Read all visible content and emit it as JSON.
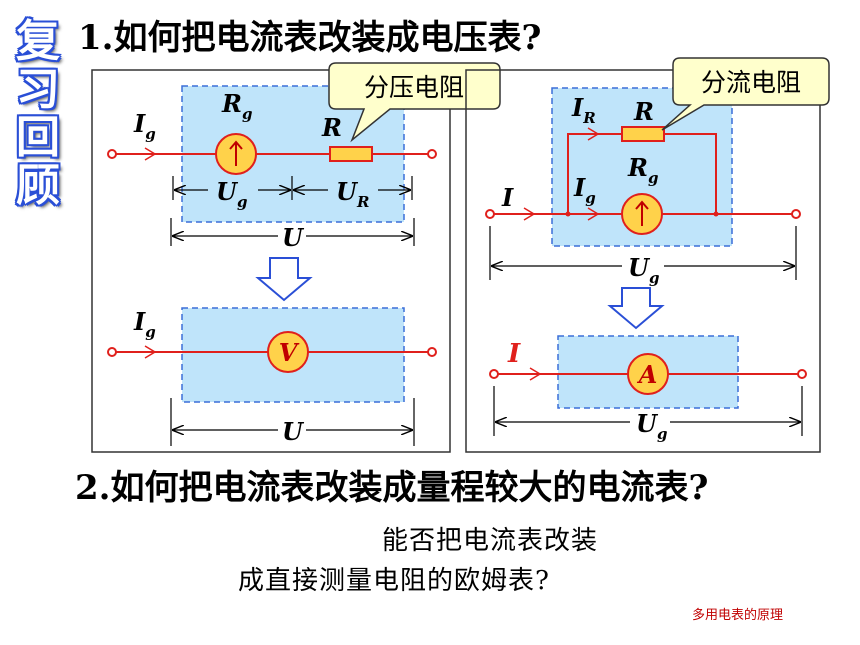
{
  "sidebar": {
    "chars": [
      "复",
      "习",
      "回",
      "顾"
    ]
  },
  "question1": "1.如何把电流表改装成电压表?",
  "question2": "2.如何把电流表改装成量程较大的电流表?",
  "note_line1": "能否把电流表改装",
  "note_line2": "成直接测量电阻的欧姆表?",
  "footer": "多用电表的原理",
  "left_panel": {
    "callout": "分压电阻",
    "current": "I",
    "current_sub": "g",
    "meter_res": "R",
    "meter_res_sub": "g",
    "resistor": "R",
    "ug": "U",
    "ug_sub": "g",
    "ur": "U",
    "ur_sub": "R",
    "total_top": "U",
    "current2": "I",
    "current2_sub": "g",
    "meter2": "V",
    "total_bottom": "U"
  },
  "right_panel": {
    "callout": "分流电阻",
    "ir": "I",
    "ir_sub": "R",
    "resistor": "R",
    "meter_res": "R",
    "meter_res_sub": "g",
    "ig": "I",
    "ig_sub": "g",
    "current": "I",
    "ug_top": "U",
    "ug_top_sub": "g",
    "current2": "I",
    "meter2": "A",
    "ug_bottom": "U",
    "ug_bottom_sub": "g"
  },
  "colors": {
    "wire": "#e0201c",
    "box_fill": "#bfe4fa",
    "box_border": "#3b6fd8",
    "meter_fill": "#ffd24a",
    "title_blue": "#2a4fd6",
    "arrow_blue": "#2a4fd6"
  }
}
